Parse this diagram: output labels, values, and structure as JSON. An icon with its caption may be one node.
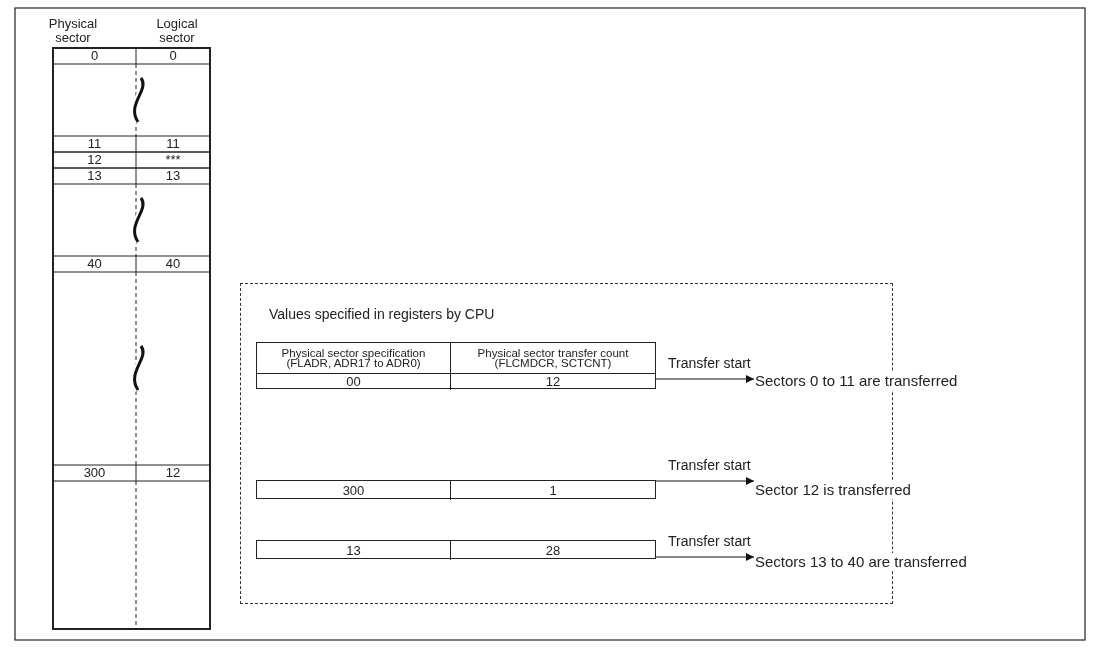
{
  "diagram": {
    "nodes": [
      {
        "text": [
          "Values specified in registers by CPU"
        ]
      },
      {
        "text": [
          "Physical sector specification (FLADR, ADR17 to ADR0)",
          "Physical sector transfer count (FLCMDCR, SCTCNT)",
          "00",
          "12"
        ],
        "in": 0
      },
      {
        "text": [
          "300",
          "1"
        ],
        "in": 0
      },
      {
        "text": [
          "13",
          "28"
        ],
        "in": 0
      },
      {
        "text": [
          "Sectors 0 to 11 are transferred"
        ]
      },
      {
        "text": [
          "Sector 12 is transferred"
        ]
      },
      {
        "text": [
          "Sectors 13 to 40 are transferred"
        ]
      }
    ],
    "edges": [
      {
        "from": 1,
        "to": 4,
        "arrow": "to",
        "label": "Transfer start"
      },
      {
        "from": 2,
        "to": 5,
        "arrow": "to",
        "label": "Transfer start"
      },
      {
        "from": 3,
        "to": 6,
        "arrow": "to",
        "label": "Transfer start"
      }
    ],
    "labels": [
      "Physical sector",
      "Logical sector",
      "0",
      "0",
      "11",
      "11",
      "12",
      "***",
      "13",
      "13",
      "40",
      "40",
      "300",
      "12"
    ]
  }
}
